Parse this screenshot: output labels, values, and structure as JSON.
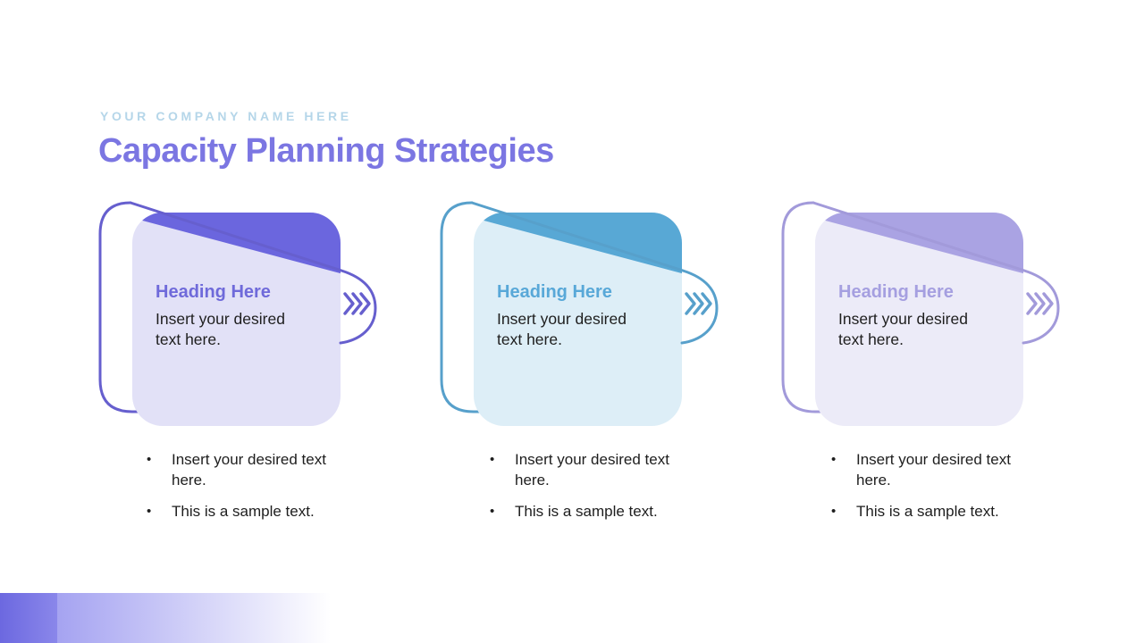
{
  "slide": {
    "company_label": "YOUR COMPANY NAME HERE",
    "title": "Capacity Planning Strategies"
  },
  "theme": {
    "background": "#ffffff",
    "company_color": "#b5d6e9",
    "title_color": "#7b76e2",
    "body_text_color": "#1e1e1e",
    "footer_bar": {
      "left_from": "#6c68e0",
      "left_to": "#8a87ea",
      "right_from": "#a5a3f1",
      "right_to": "#ffffff"
    }
  },
  "cards": [
    {
      "heading": "Heading Here",
      "body": "Insert your desired text here.",
      "bullets": [
        "Insert your desired text here.",
        "This is a sample text."
      ],
      "icon": "triple-chevron-right",
      "colors": {
        "accent": "#6b66de",
        "light": "#e2e1f7",
        "heading": "#6f6ada",
        "outline": "#665fce"
      }
    },
    {
      "heading": "Heading Here",
      "body": "Insert your desired text here.",
      "bullets": [
        "Insert your desired text here.",
        "This is a sample text."
      ],
      "icon": "triple-chevron-right",
      "colors": {
        "accent": "#58a8d5",
        "light": "#ddeef7",
        "heading": "#58a8d8",
        "outline": "#57a0cb"
      }
    },
    {
      "heading": "Heading Here",
      "body": "Insert your desired text here.",
      "bullets": [
        "Insert your desired text here.",
        "This is a sample text."
      ],
      "icon": "triple-chevron-right",
      "colors": {
        "accent": "#aaa3e3",
        "light": "#ecebf8",
        "heading": "#a59fe0",
        "outline": "#a29ada"
      }
    }
  ]
}
